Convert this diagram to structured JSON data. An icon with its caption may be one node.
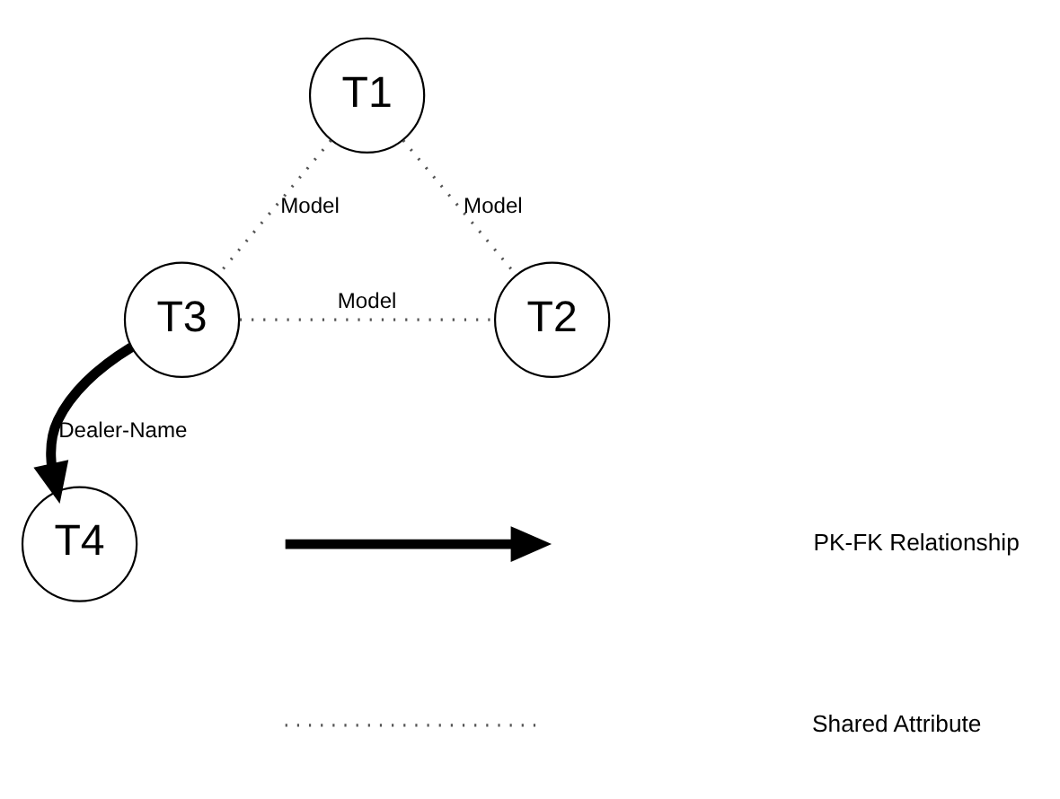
{
  "diagram": {
    "nodes": [
      {
        "text": [
          "T1"
        ]
      },
      {
        "text": [
          "T2"
        ]
      },
      {
        "text": [
          "T3"
        ]
      },
      {
        "text": [
          "T4"
        ]
      }
    ],
    "edges": [
      {
        "from": 0,
        "to": 2,
        "arrow": "none",
        "label": "Model",
        "style": "dashed"
      },
      {
        "from": 0,
        "to": 1,
        "arrow": "none",
        "label": "Model",
        "style": "dashed"
      },
      {
        "from": 2,
        "to": 1,
        "arrow": "none",
        "label": "Model",
        "style": "dashed"
      },
      {
        "from": 2,
        "to": 3,
        "arrow": "to",
        "label": "Dealer-Name",
        "style": "thick"
      }
    ],
    "legend": [
      {
        "text": "PK-FK Relationship"
      },
      {
        "text": "Shared Attribute"
      }
    ]
  }
}
